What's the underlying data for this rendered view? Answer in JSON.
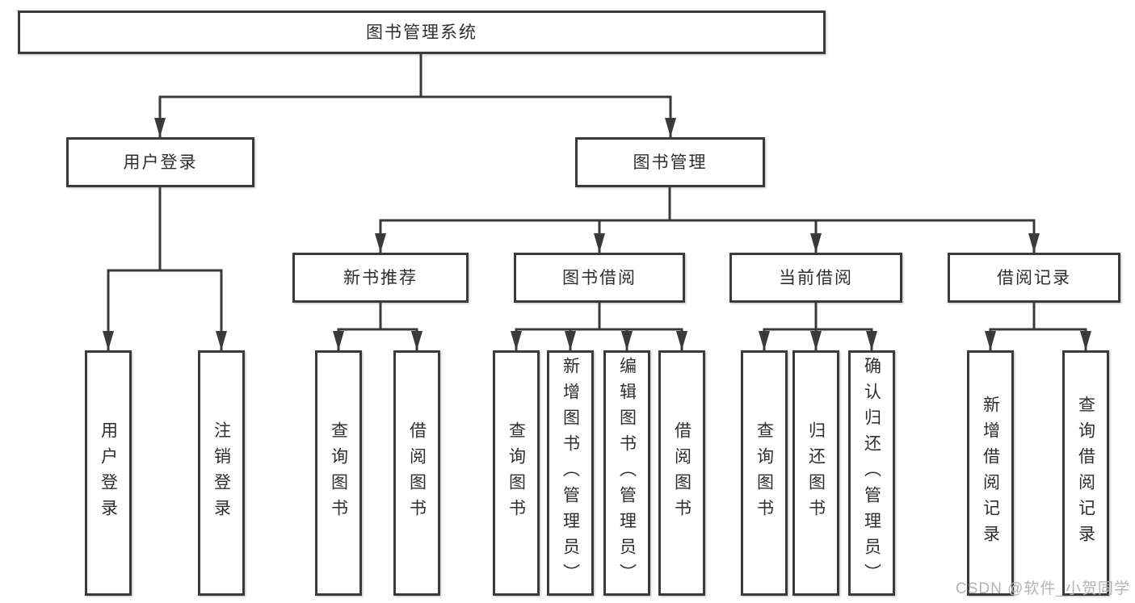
{
  "colors": {
    "line": "#3a3a3a",
    "text": "#2e2e2e",
    "background": "#ffffff",
    "watermark_text": "#b3b3b3"
  },
  "tree": {
    "root": {
      "label": "图书管理系统"
    },
    "branches": [
      {
        "label": "用户登录",
        "leaves": [
          {
            "label": "用户登录"
          },
          {
            "label": "注销登录"
          }
        ]
      },
      {
        "label": "图书管理",
        "groups": [
          {
            "label": "新书推荐",
            "leaves": [
              {
                "label": "查询图书"
              },
              {
                "label": "借阅图书"
              }
            ]
          },
          {
            "label": "图书借阅",
            "leaves": [
              {
                "label": "查询图书"
              },
              {
                "label": "新增图书（管理员）"
              },
              {
                "label": "编辑图书（管理员）"
              },
              {
                "label": "借阅图书"
              }
            ]
          },
          {
            "label": "当前借阅",
            "leaves": [
              {
                "label": "查询图书"
              },
              {
                "label": "归还图书"
              },
              {
                "label": "确认归还（管理员）"
              }
            ]
          },
          {
            "label": "借阅记录",
            "leaves": [
              {
                "label": "新增借阅记录"
              },
              {
                "label": "查询借阅记录"
              }
            ]
          }
        ]
      }
    ]
  },
  "watermark": {
    "text": "CSDN @软件_小贺同学"
  }
}
